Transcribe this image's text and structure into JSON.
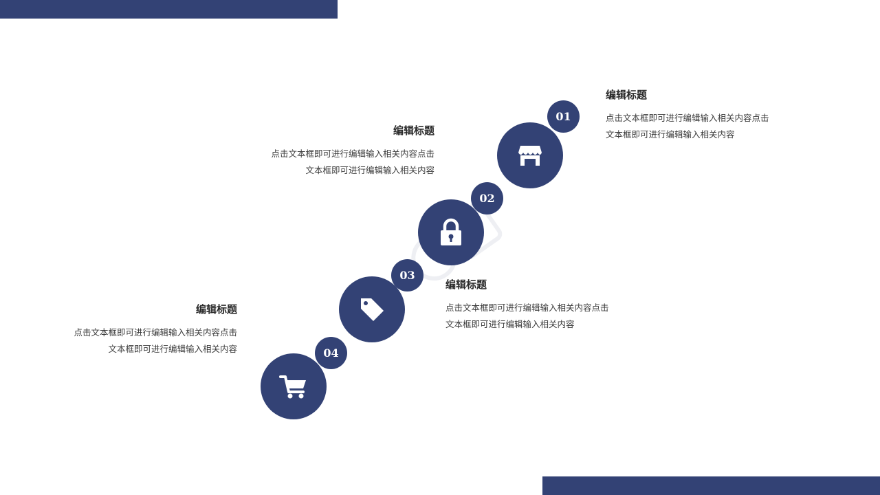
{
  "colors": {
    "accent": "#334275",
    "text": "#333333",
    "background": "#ffffff"
  },
  "steps": [
    {
      "number": "01",
      "icon": "storefront-icon",
      "title": "编辑标题",
      "body_line1": "点击文本框即可进行编辑输入相关内容点击",
      "body_line2": "文本框即可进行编辑输入相关内容"
    },
    {
      "number": "02",
      "icon": "lock-icon",
      "title": "编辑标题",
      "body_line1": "点击文本框即可进行编辑输入相关内容点击",
      "body_line2": "文本框即可进行编辑输入相关内容"
    },
    {
      "number": "03",
      "icon": "tag-icon",
      "title": "编辑标题",
      "body_line1": "点击文本框即可进行编辑输入相关内容点击",
      "body_line2": "文本框即可进行编辑输入相关内容"
    },
    {
      "number": "04",
      "icon": "shopping-cart-icon",
      "title": "编辑标题",
      "body_line1": "点击文本框即可进行编辑输入相关内容点击",
      "body_line2": "文本框即可进行编辑输入相关内容"
    }
  ]
}
